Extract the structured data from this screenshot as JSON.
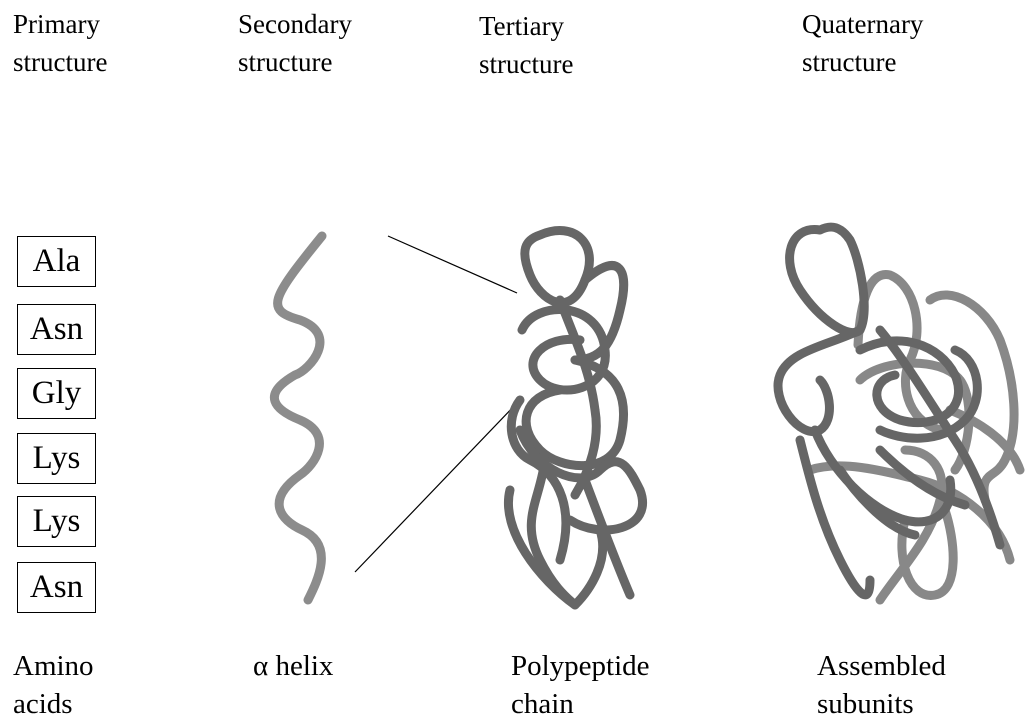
{
  "headings": {
    "primary": "Primary\nstructure",
    "secondary": "Secondary\nstructure",
    "tertiary": "Tertiary\nstructure",
    "quaternary": "Quaternary\nstructure"
  },
  "amino_acids": [
    "Ala",
    "Asn",
    "Gly",
    "Lys",
    "Lys",
    "Asn"
  ],
  "captions": {
    "primary": "Amino\nacids",
    "secondary": "α helix",
    "tertiary": "Polypeptide\nchain",
    "quaternary": "Assembled\nsubunits"
  },
  "colors": {
    "helix": "#8c8c8c",
    "chain": "#666666",
    "subunit_light": "#888888"
  }
}
